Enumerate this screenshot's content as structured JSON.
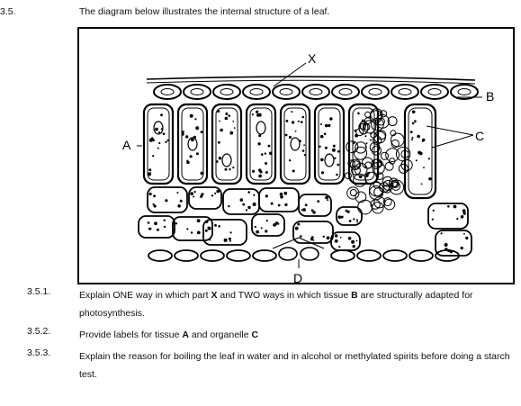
{
  "question": {
    "number": "3.5.",
    "intro": "The diagram below illustrates the internal structure of a leaf."
  },
  "figure": {
    "labels": {
      "x": "X",
      "b": "B",
      "a": "A",
      "c": "C",
      "d": "D"
    }
  },
  "subquestions": [
    {
      "number": "3.5.1.",
      "parts": [
        "Explain ONE way in which part ",
        "X",
        " and TWO ways in which tissue ",
        "B",
        " are structurally adapted for photosynthesis."
      ]
    },
    {
      "number": "3.5.2.",
      "parts": [
        "Provide labels for tissue ",
        "A",
        " and organelle ",
        "C"
      ]
    },
    {
      "number": "3.5.3.",
      "parts": [
        "Explain the reason for boiling the leaf in water and in alcohol or methylated spirits before doing a starch test."
      ]
    }
  ]
}
